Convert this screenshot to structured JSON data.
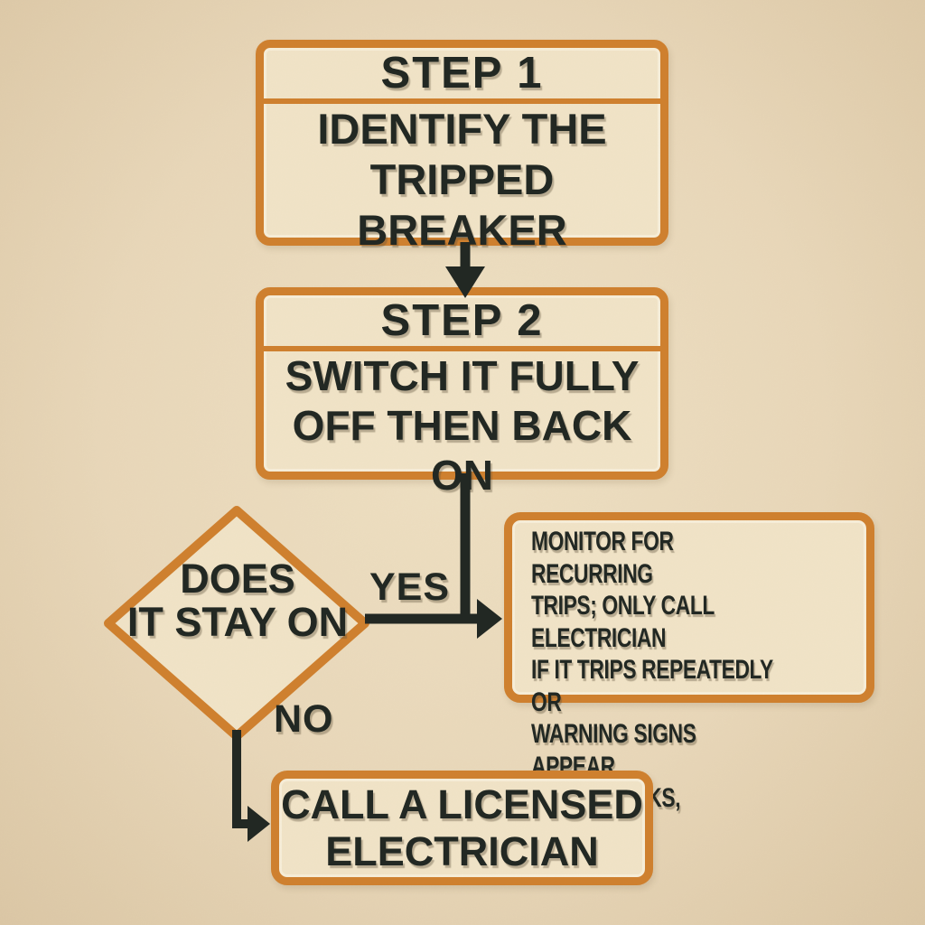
{
  "colors": {
    "background": "#e9d8ba",
    "box_fill": "#f1e4c8",
    "accent_orange": "#d0812f",
    "ink": "#222823"
  },
  "flowchart": {
    "step1": {
      "header": "STEP 1",
      "body": "IDENTIFY THE\nTRIPPED BREAKER"
    },
    "step2": {
      "header": "STEP 2",
      "body": "SWITCH IT FULLY\nOFF THEN BACK ON"
    },
    "decision": {
      "label": "DOES\nIT STAY ON"
    },
    "branches": {
      "yes_label": "YES",
      "no_label": "NO"
    },
    "monitor_outcome": {
      "body": "MONITOR FOR RECURRING\nTRIPS; ONLY CALL ELECTRICIAN\nIF IT TRIPS REPEATEDLY OR\nWARNING SIGNS APPEAR\n(BURN MARKS, BUZZING)"
    },
    "call_outcome": {
      "body": "CALL A LICENSED\nELECTRICIAN"
    }
  }
}
